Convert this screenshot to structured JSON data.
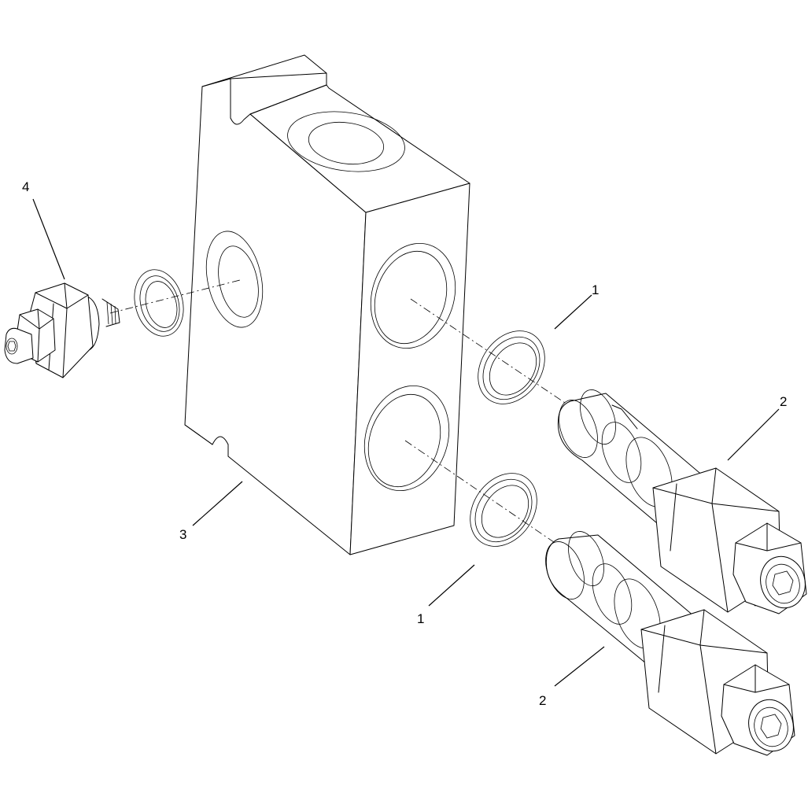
{
  "callouts": {
    "oring_upper": "1",
    "oring_lower": "1",
    "cartridge_upper": "2",
    "cartridge_lower": "2",
    "manifold_block": "3",
    "fitting": "4"
  },
  "colors": {
    "line": "#000000",
    "background": "#ffffff"
  }
}
